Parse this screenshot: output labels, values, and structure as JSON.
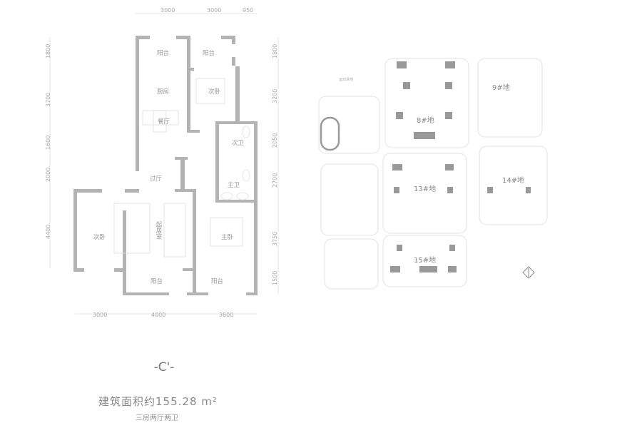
{
  "floor_plan": {
    "dimensions": {
      "top": [
        "3000",
        "3000",
        "950"
      ],
      "left": [
        "1800",
        "3700",
        "1600",
        "2000",
        "4400"
      ],
      "right": [
        "1800",
        "3200",
        "2050",
        "2700",
        "3750",
        "1500"
      ],
      "bottom": [
        "3000",
        "4000",
        "3600"
      ]
    },
    "rooms": {
      "balcony_kitchen": "阳台",
      "balcony_bedroom": "阳台",
      "kitchen": "厨房",
      "second_bedroom_top": "次卧",
      "dining": "餐厅",
      "second_bath": "次卫",
      "hall": "过厅",
      "master_bath": "主卫",
      "second_bedroom_left": "次卧",
      "living": "起居室",
      "master_bedroom": "主卧",
      "balcony_living": "阳台",
      "balcony_master": "阳台"
    },
    "plan_name": "-C'-",
    "area_text": "建筑面积约155.28 m²",
    "layout_text": "三房两厅两卫"
  },
  "site_plan": {
    "lots": [
      "8#地",
      "9#地",
      "13#地",
      "14#地",
      "15#地"
    ],
    "small_label": "运动场地"
  }
}
